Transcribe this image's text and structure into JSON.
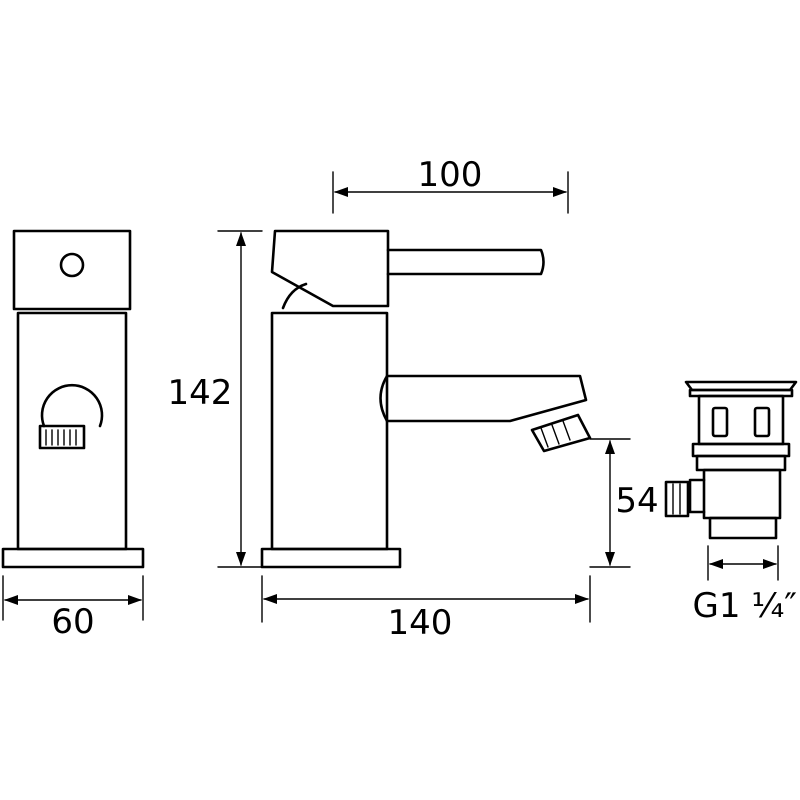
{
  "dimensions": {
    "front_width": "60",
    "side_height": "142",
    "lever_length": "100",
    "base_length": "140",
    "spout_height": "54",
    "waste_thread": "G1 ¼″"
  }
}
